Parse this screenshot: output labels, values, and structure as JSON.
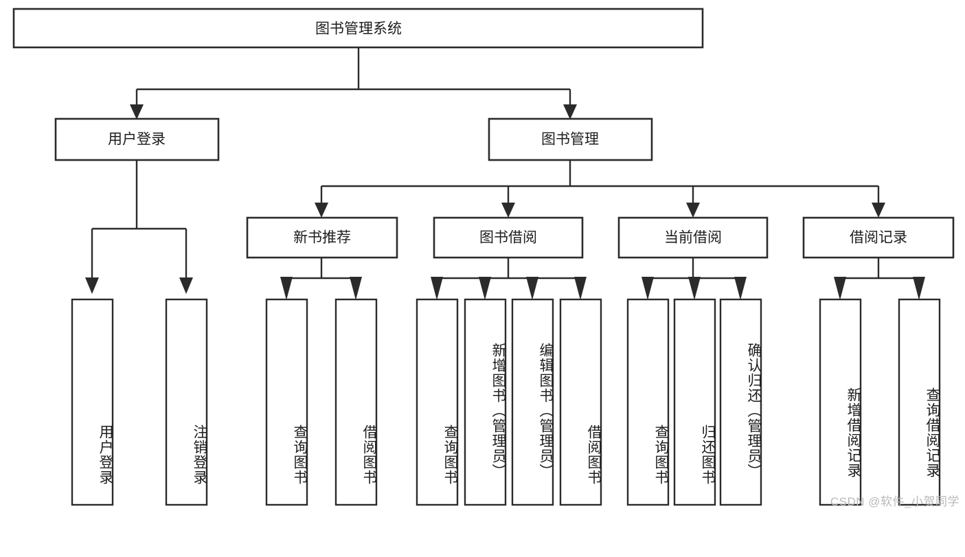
{
  "diagram": {
    "title_node": {
      "label": "图书管理系统"
    },
    "level1": [
      {
        "label": "用户登录"
      },
      {
        "label": "图书管理"
      }
    ],
    "level2": [
      {
        "label": "新书推荐"
      },
      {
        "label": "图书借阅"
      },
      {
        "label": "当前借阅"
      },
      {
        "label": "借阅记录"
      }
    ],
    "leaves": {
      "user_login": [
        {
          "label": "用户登录"
        },
        {
          "label": "注销登录"
        }
      ],
      "new_book_recommend": [
        {
          "label": "查询图书"
        },
        {
          "label": "借阅图书"
        }
      ],
      "book_borrow": [
        {
          "label": "查询图书"
        },
        {
          "label": "新增图书（管理员）"
        },
        {
          "label": "编辑图书（管理员）"
        },
        {
          "label": "借阅图书"
        }
      ],
      "current_borrow": [
        {
          "label": "查询图书"
        },
        {
          "label": "归还图书"
        },
        {
          "label": "确认归还（管理员）"
        }
      ],
      "borrow_record": [
        {
          "label": "新增借阅记录"
        },
        {
          "label": "查询借阅记录"
        }
      ]
    }
  },
  "watermark": {
    "text": "CSDN @软件_小贺同学"
  },
  "colors": {
    "background": "#ffffff",
    "stroke": "#2b2b2b",
    "text": "#1d1d1d",
    "watermark": "#b9b9b9"
  }
}
